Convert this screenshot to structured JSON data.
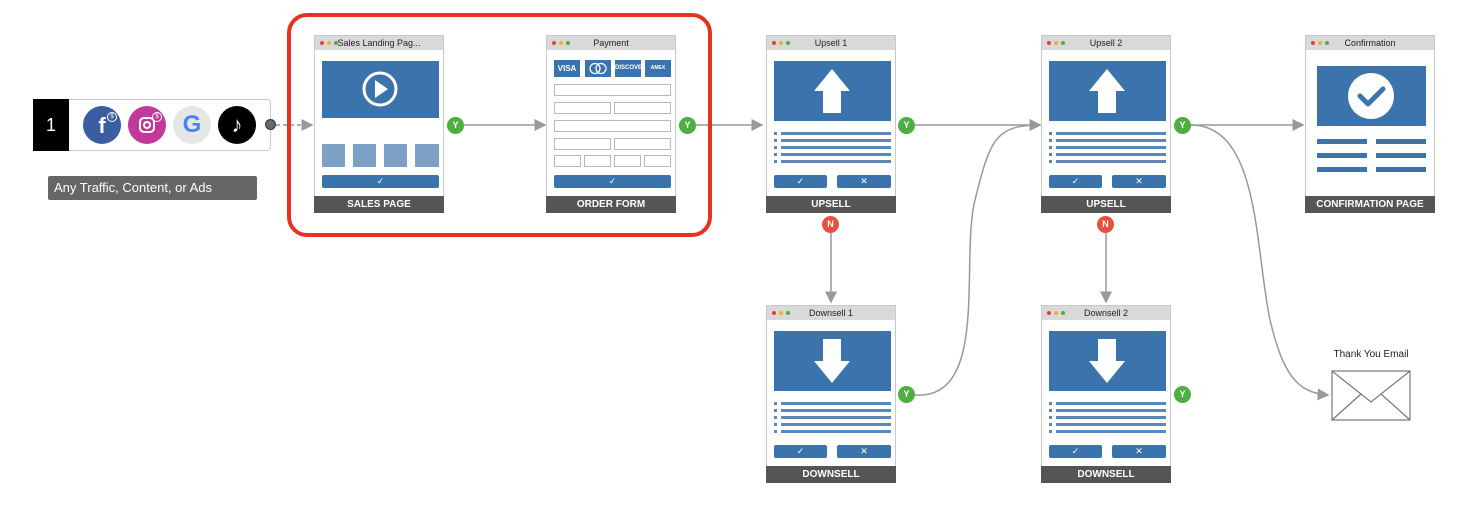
{
  "source": {
    "step_number": "1",
    "caption": "Any Traffic, Content, or Ads",
    "icons": [
      "facebook-icon",
      "instagram-icon",
      "google-icon",
      "tiktok-icon"
    ]
  },
  "highlight_color": "#e8321e",
  "cards": {
    "sales": {
      "title": "Sales Landing Pag...",
      "footer": "SALES PAGE"
    },
    "payment": {
      "title": "Payment",
      "footer": "ORDER FORM",
      "card_logos": [
        "VISA",
        "MC",
        "DISCOVER",
        "AMEX"
      ]
    },
    "upsell1": {
      "title": "Upsell 1",
      "footer": "UPSELL"
    },
    "upsell2": {
      "title": "Upsell 2",
      "footer": "UPSELL"
    },
    "confirmation": {
      "title": "Confirmation",
      "footer": "CONFIRMATION PAGE"
    },
    "downsell1": {
      "title": "Downsell 1",
      "footer": "DOWNSELL"
    },
    "downsell2": {
      "title": "Downsell 2",
      "footer": "DOWNSELL"
    }
  },
  "email": {
    "label": "Thank You Email"
  },
  "badges": {
    "yes": "Y",
    "no": "N"
  },
  "glyphs": {
    "check": "✓",
    "cross": "✕"
  },
  "colors": {
    "page_blue": "#3b74ad",
    "light_blue": "#7ca0c6",
    "yes_green": "#4caf3f",
    "no_red": "#e8513f",
    "footer_gray": "#555555"
  }
}
